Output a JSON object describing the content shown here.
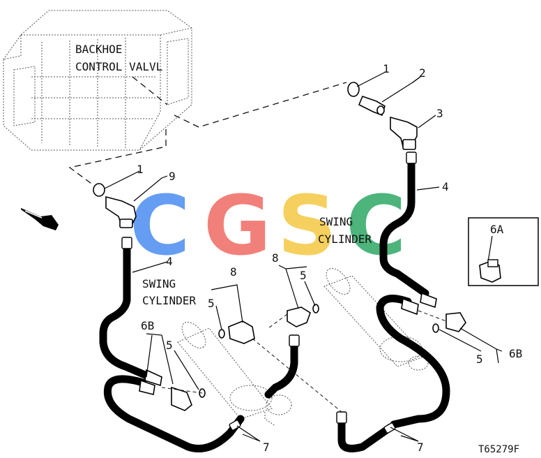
{
  "labels": {
    "valve_line1": "BACKHOE",
    "valve_line2": "CONTROL VALVL",
    "swing_left_1": "SWING",
    "swing_left_2": "CYLINDER",
    "swing_right_1": "SWING",
    "swing_right_2": "CYLINDER",
    "fig_id": "T65279F",
    "inset_label": "6A"
  },
  "callouts": {
    "c1_top": "1",
    "c2": "2",
    "c3": "3",
    "c4_right": "4",
    "c1_left": "1",
    "c9": "9",
    "c4_left": "4",
    "c8_left": "8",
    "c5_left_a": "5",
    "c8_right": "8",
    "c5_mid": "5",
    "c6b_left": "6B",
    "c5_left_b": "5",
    "c5_right": "5",
    "c6b_right": "6B",
    "c7_left": "7",
    "c7_right": "7"
  },
  "watermark": {
    "letters": [
      "C",
      "G",
      "S",
      "C"
    ],
    "colors": [
      "#4a8cf0",
      "#f06a63",
      "#f5c842",
      "#2fa866"
    ]
  }
}
